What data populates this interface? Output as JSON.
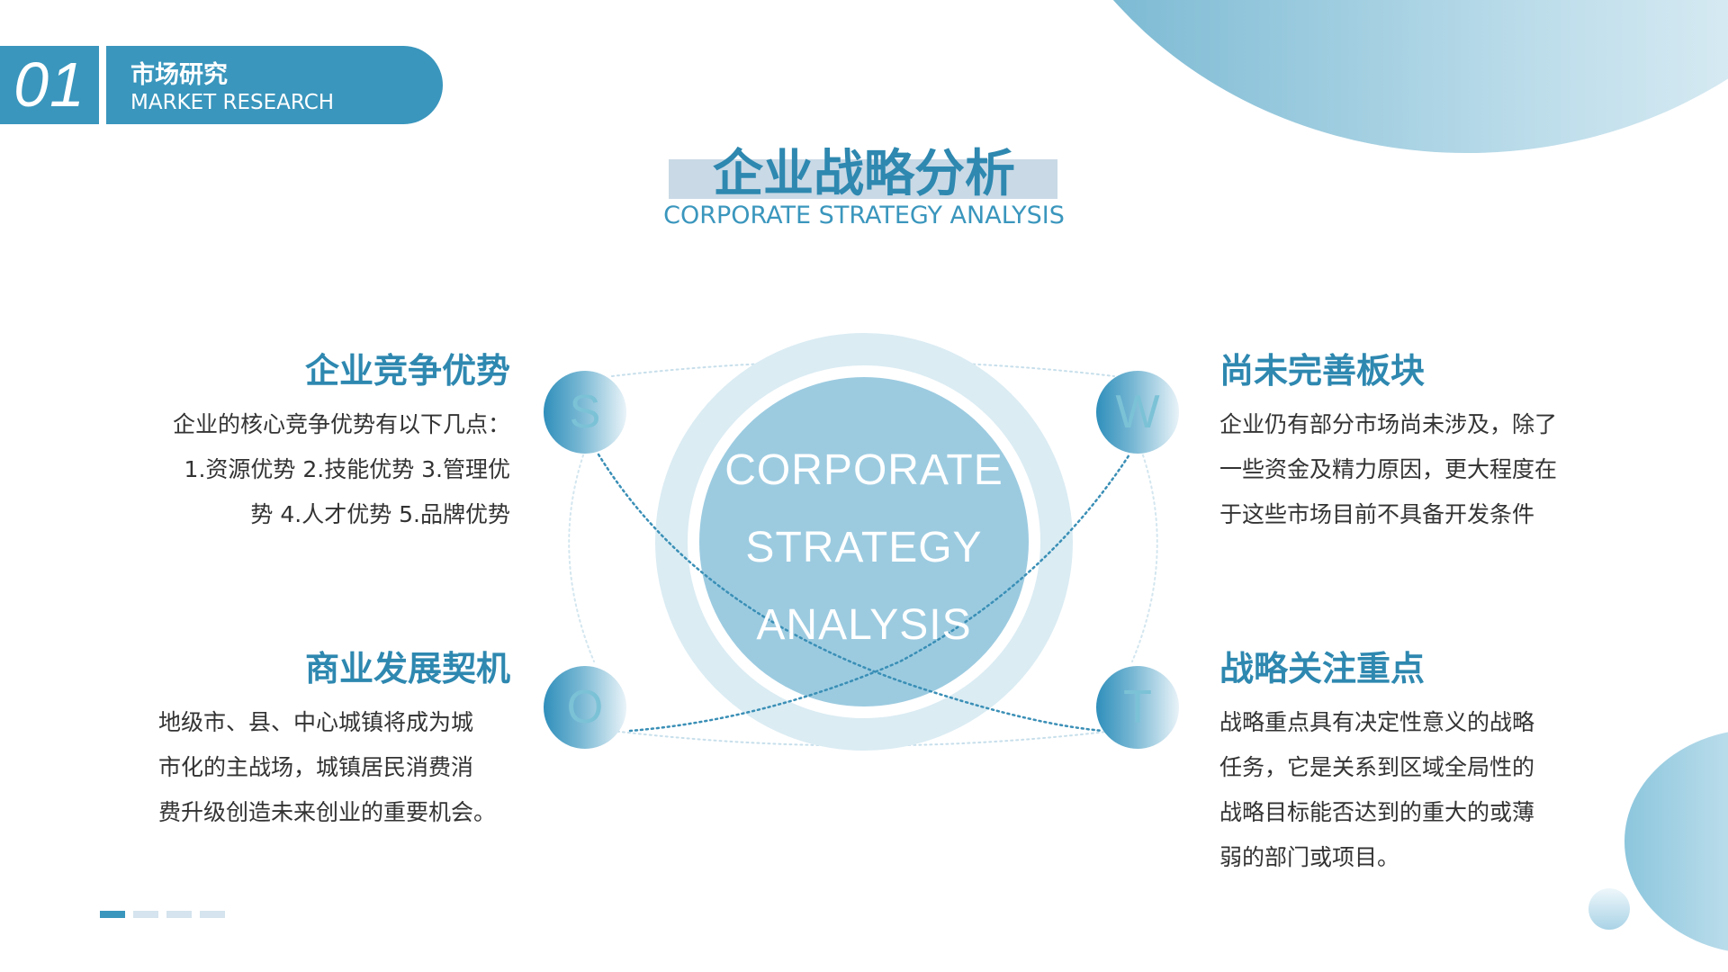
{
  "badge": {
    "number": "01",
    "title_cn": "市场研究",
    "title_en": "MARKET RESEARCH"
  },
  "page": {
    "title": "企业战略分析",
    "subtitle": "CORPORATE STRATEGY ANALYSIS"
  },
  "center": {
    "lines": [
      "CORPORATE",
      "STRATEGY",
      "ANALYSIS"
    ]
  },
  "nodes": {
    "s": "S",
    "w": "W",
    "o": "O",
    "t": "T"
  },
  "blocks": {
    "strengths": {
      "title": "企业竞争优势",
      "lines": [
        "企业的核心竞争优势有以下几点：",
        "1.资源优势  2.技能优势 3.管理优",
        "势  4.人才优势  5.品牌优势"
      ]
    },
    "weaknesses": {
      "title": "尚未完善板块",
      "lines": [
        "企业仍有部分市场尚未涉及，除了",
        "一些资金及精力原因，更大程度在",
        "于这些市场目前不具备开发条件"
      ]
    },
    "opportunities": {
      "title": "商业发展契机",
      "lines": [
        "地级市、县、中心城镇将成为城",
        "市化的主战场，城镇居民消费消",
        "费升级创造未来创业的重要机会。"
      ]
    },
    "threats": {
      "title": "战略关注重点",
      "lines": [
        "战略重点具有决定性意义的战略",
        "任务，它是关系到区域全局性的",
        "战略目标能否达到的重大的或薄",
        "弱的部门或项目。"
      ]
    }
  },
  "pager": {
    "count": 4,
    "active_index": 0
  },
  "colors": {
    "accent": "#3a96bd",
    "title": "#2e88b0",
    "circle_fill": "#9ccbe0",
    "ring": "#dbecf3",
    "body_text": "#333333"
  }
}
